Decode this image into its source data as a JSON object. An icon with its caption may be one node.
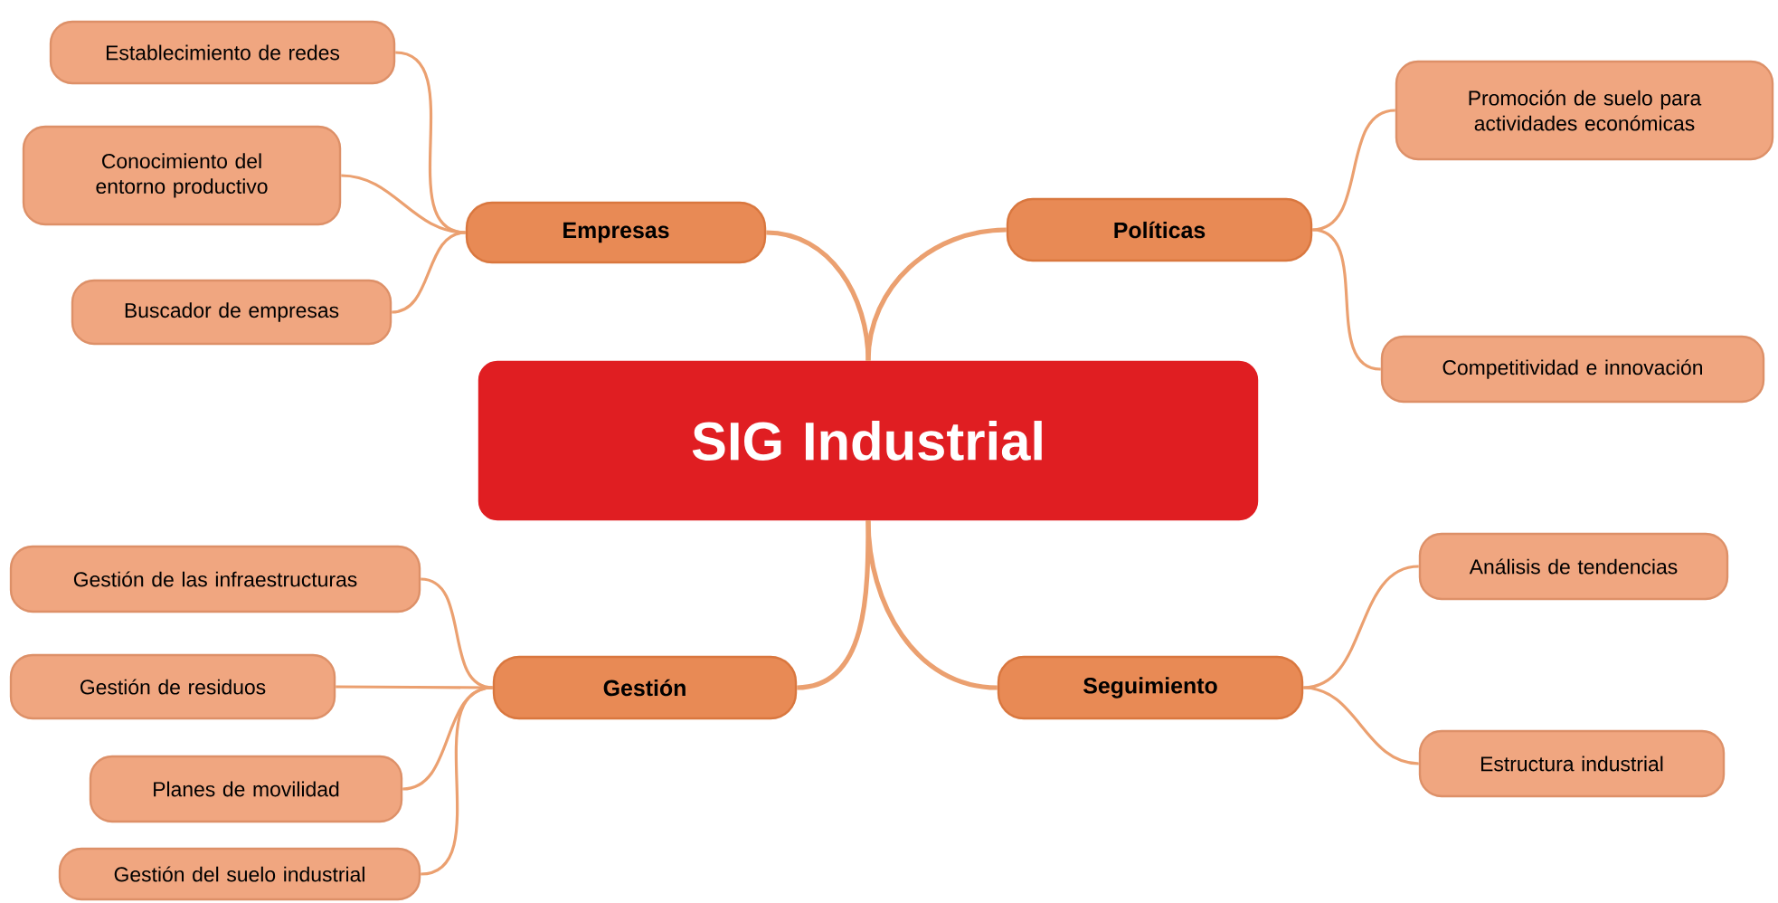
{
  "diagram": {
    "nodes": [
      {
        "text": [
          "SIG Industrial"
        ]
      },
      {
        "text": [
          "Empresas"
        ]
      },
      {
        "text": [
          "Políticas"
        ]
      },
      {
        "text": [
          "Gestión"
        ]
      },
      {
        "text": [
          "Seguimiento"
        ]
      },
      {
        "text": [
          "Establecimiento de redes"
        ]
      },
      {
        "text": [
          "Conocimiento del entorno productivo"
        ]
      },
      {
        "text": [
          "Buscador de empresas"
        ]
      },
      {
        "text": [
          "Promoción de suelo para actividades económicas"
        ]
      },
      {
        "text": [
          "Competitividad e innovación"
        ]
      },
      {
        "text": [
          "Gestión de las infraestructuras"
        ]
      },
      {
        "text": [
          "Gestión de residuos"
        ]
      },
      {
        "text": [
          "Planes de movilidad"
        ]
      },
      {
        "text": [
          "Gestión del suelo industrial"
        ]
      },
      {
        "text": [
          "Análisis de tendencias"
        ]
      },
      {
        "text": [
          "Estructura industrial"
        ]
      }
    ],
    "edges": [
      {
        "from": 0,
        "to": 1,
        "arrow": "none"
      },
      {
        "from": 0,
        "to": 2,
        "arrow": "none"
      },
      {
        "from": 0,
        "to": 3,
        "arrow": "none"
      },
      {
        "from": 0,
        "to": 4,
        "arrow": "none"
      },
      {
        "from": 1,
        "to": 5,
        "arrow": "none"
      },
      {
        "from": 1,
        "to": 6,
        "arrow": "none"
      },
      {
        "from": 1,
        "to": 7,
        "arrow": "none"
      },
      {
        "from": 2,
        "to": 8,
        "arrow": "none"
      },
      {
        "from": 2,
        "to": 9,
        "arrow": "none"
      },
      {
        "from": 3,
        "to": 10,
        "arrow": "none"
      },
      {
        "from": 3,
        "to": 11,
        "arrow": "none"
      },
      {
        "from": 3,
        "to": 12,
        "arrow": "none"
      },
      {
        "from": 3,
        "to": 13,
        "arrow": "none"
      },
      {
        "from": 4,
        "to": 14,
        "arrow": "none"
      },
      {
        "from": 4,
        "to": 15,
        "arrow": "none"
      }
    ]
  }
}
